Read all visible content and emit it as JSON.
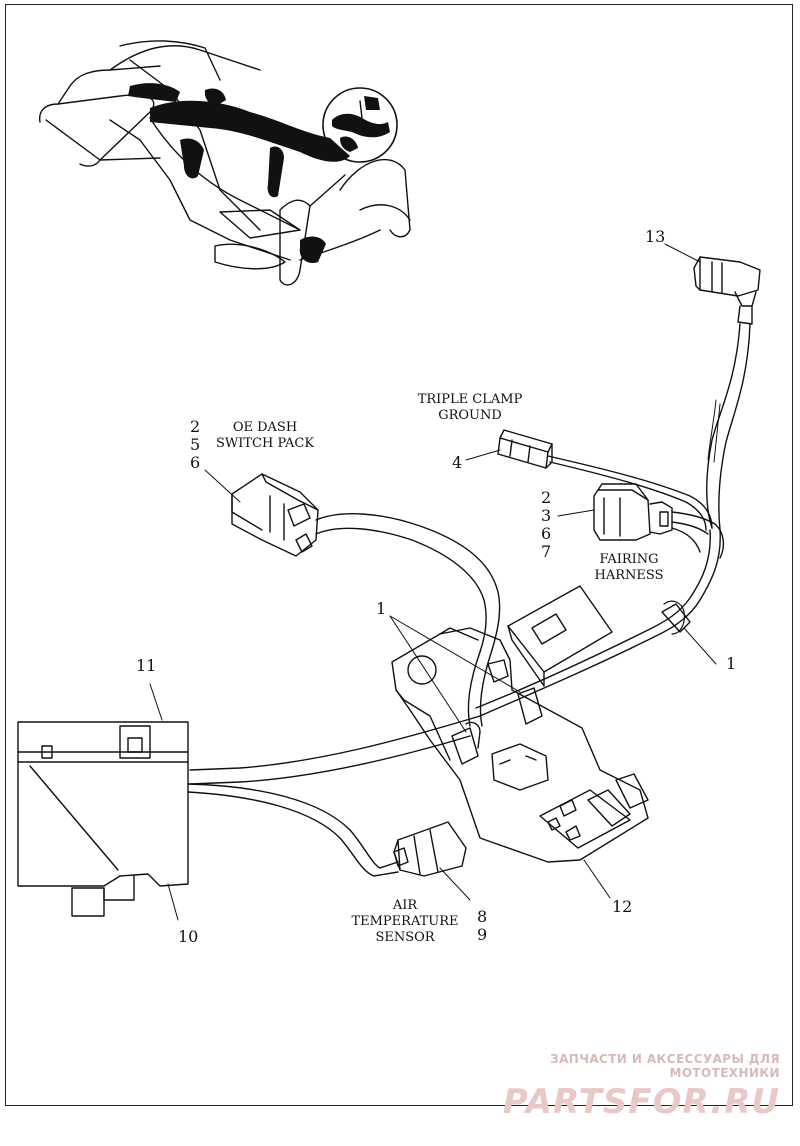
{
  "labels": {
    "triple_clamp_ground": [
      "TRIPLE CLAMP",
      "GROUND"
    ],
    "oe_dash_switch_pack": [
      "OE DASH",
      "SWITCH PACK"
    ],
    "fairing_harness": [
      "FAIRING",
      "HARNESS"
    ],
    "air_temperature_sensor": [
      "AIR",
      "TEMPERATURE",
      "SENSOR"
    ]
  },
  "callouts": {
    "connector_13": "13",
    "triple_clamp_ground": "4",
    "dash_switch_pack": [
      "2",
      "5",
      "6"
    ],
    "fairing_harness": [
      "2",
      "3",
      "6",
      "7"
    ],
    "cable_straps_left": "1",
    "cable_strap_right": "1",
    "item_11": "11",
    "item_10": "10",
    "item_12": "12",
    "air_temp_sensor": [
      "8",
      "9"
    ]
  },
  "watermark": {
    "tagline": "ЗАПЧАСТИ И АКСЕССУАРЫ ДЛЯ МОТОТЕХНИКИ",
    "logo": "PARTSFOR.RU"
  },
  "colors": {
    "line": "#111111",
    "watermark": "#e6c3c3"
  }
}
